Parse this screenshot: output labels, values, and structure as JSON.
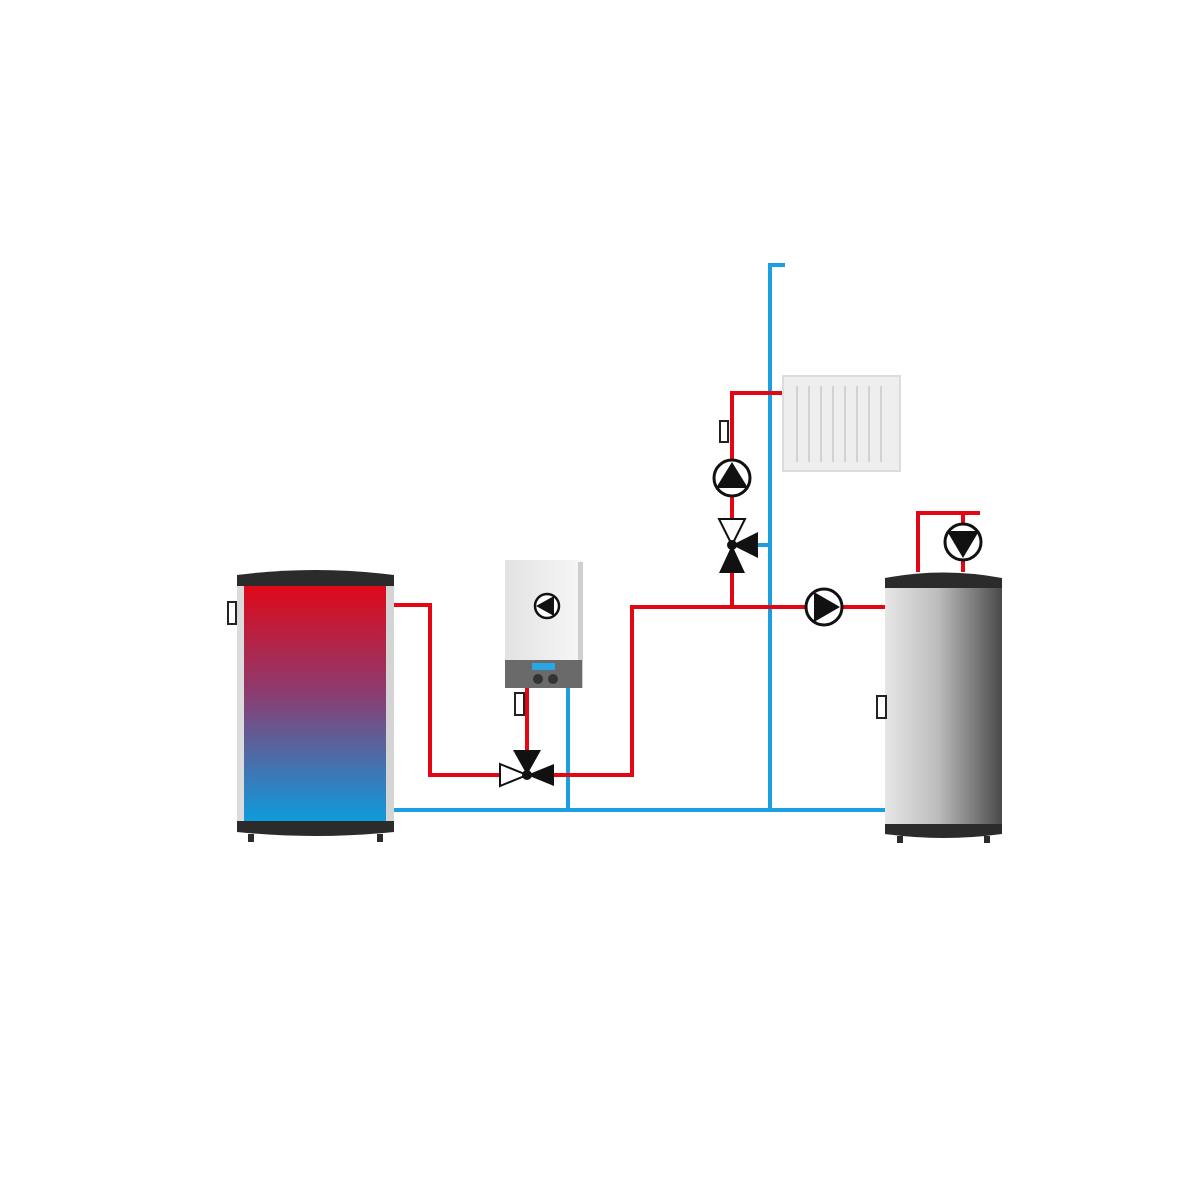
{
  "colors": {
    "hot_pipe": "#e30613",
    "cold_pipe": "#1b9fe0",
    "tank_gradient_top": "#e30613",
    "tank_gradient_bottom": "#0a9ee0",
    "cap": "#2b2b2b",
    "boiler_body": "#efefef",
    "boiler_panel": "#6a6a6a",
    "boiler_display": "#2aa6e6",
    "radiator": "#eeeeee"
  },
  "components": [
    "buffer-tank",
    "wall-boiler",
    "radiator",
    "hot-water-cylinder",
    "pumps",
    "three-way-valves",
    "sensors"
  ]
}
